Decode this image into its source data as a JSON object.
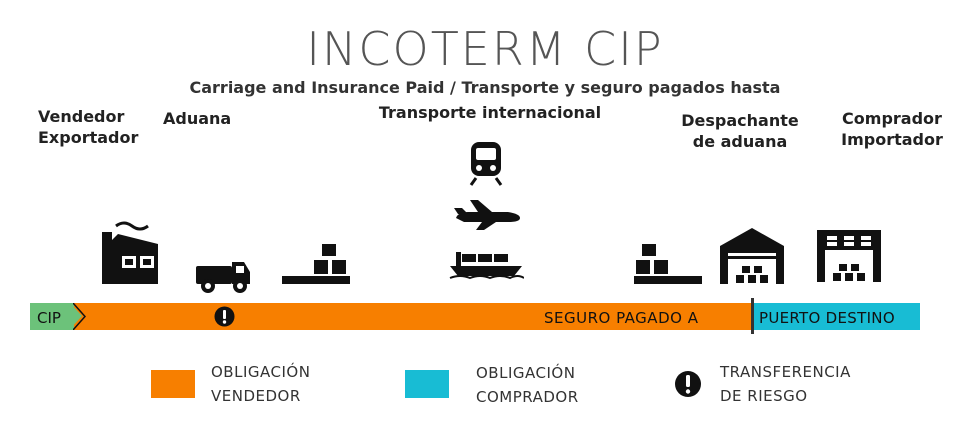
{
  "header": {
    "title": "INCOTERM CIP",
    "subtitle": "Carriage and Insurance Paid / Transporte y seguro pagados hasta"
  },
  "actors": {
    "seller_line1": "Vendedor",
    "seller_line2": "Exportador",
    "customs": "Aduana",
    "transport": "Transporte internacional",
    "broker_line1": "Despachante",
    "broker_line2": "de aduana",
    "buyer_line1": "Comprador",
    "buyer_line2": "Importador"
  },
  "timeline": {
    "start_label": "CIP",
    "insurance_label": "SEGURO PAGADO A",
    "destination_label": "PUERTO DESTINO"
  },
  "legend": {
    "seller_line1": "OBLIGACIÓN",
    "seller_line2": "VENDEDOR",
    "buyer_line1": "OBLIGACIÓN",
    "buyer_line2": "COMPRADOR",
    "risk_line1": "TRANSFERENCIA",
    "risk_line2": "DE RIESGO"
  },
  "colors": {
    "seller": "#F77F00",
    "buyer": "#18BCD4",
    "start": "#6CC27A",
    "icon": "#111111"
  },
  "icons": [
    "factory-icon",
    "truck-icon",
    "loading-dock-icon",
    "train-icon",
    "airplane-icon",
    "ship-icon",
    "warehouse-icon",
    "risk-transfer-icon"
  ]
}
